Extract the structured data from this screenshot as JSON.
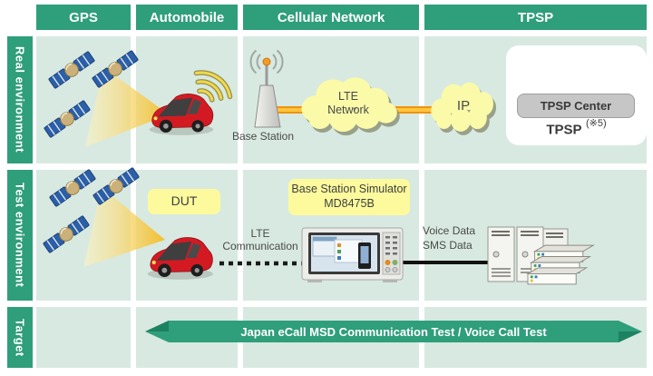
{
  "columns": [
    {
      "label": "GPS"
    },
    {
      "label": "Automobile"
    },
    {
      "label": "Cellular Network"
    },
    {
      "label": "TPSP"
    }
  ],
  "rows": [
    {
      "label": "Real environment"
    },
    {
      "label": "Test environment"
    },
    {
      "label": "Target"
    }
  ],
  "real_row": {
    "base_station_label": "Base Station",
    "lte_cloud": {
      "line1": "LTE",
      "line2": "Network"
    },
    "ip_cloud_label": "IP",
    "tpsp_box": {
      "center_label": "TPSP Center",
      "name": "TPSP",
      "note": "(※5)"
    }
  },
  "test_row": {
    "dut_label": "DUT",
    "simulator_label": {
      "line1": "Base Station Simulator",
      "line2": "MD8475B"
    },
    "lte_comm": {
      "line1": "LTE",
      "line2": "Communication"
    },
    "data_labels": {
      "line1": "Voice Data",
      "line2": "SMS Data"
    }
  },
  "target_row": {
    "arrow_label": "Japan eCall MSD Communication Test / Voice Call Test"
  },
  "colors": {
    "green": "#2F9E7B",
    "green_dark": "#1C8262",
    "cell_background": "#D8E9E1",
    "label_yellow": "#FCFA9D",
    "cloud_yellow": "#FAFAA8",
    "orange_link": "#F0930C",
    "text_dark": "#4A4A4A"
  },
  "icons": {
    "satellite-icon": "gps-satellite",
    "beam-icon": "gps-signal-beam",
    "car-icon": "red-car",
    "signal-arcs-icon": "radio-waves",
    "base-station-icon": "antenna-tower",
    "cloud-icon": "network-cloud",
    "operator-icon": "tpsp-operator-desk",
    "simulator-icon": "base-station-simulator-instrument",
    "server-icon": "tpsp-server-stack",
    "arrow-icon": "double-headed-arrow"
  }
}
